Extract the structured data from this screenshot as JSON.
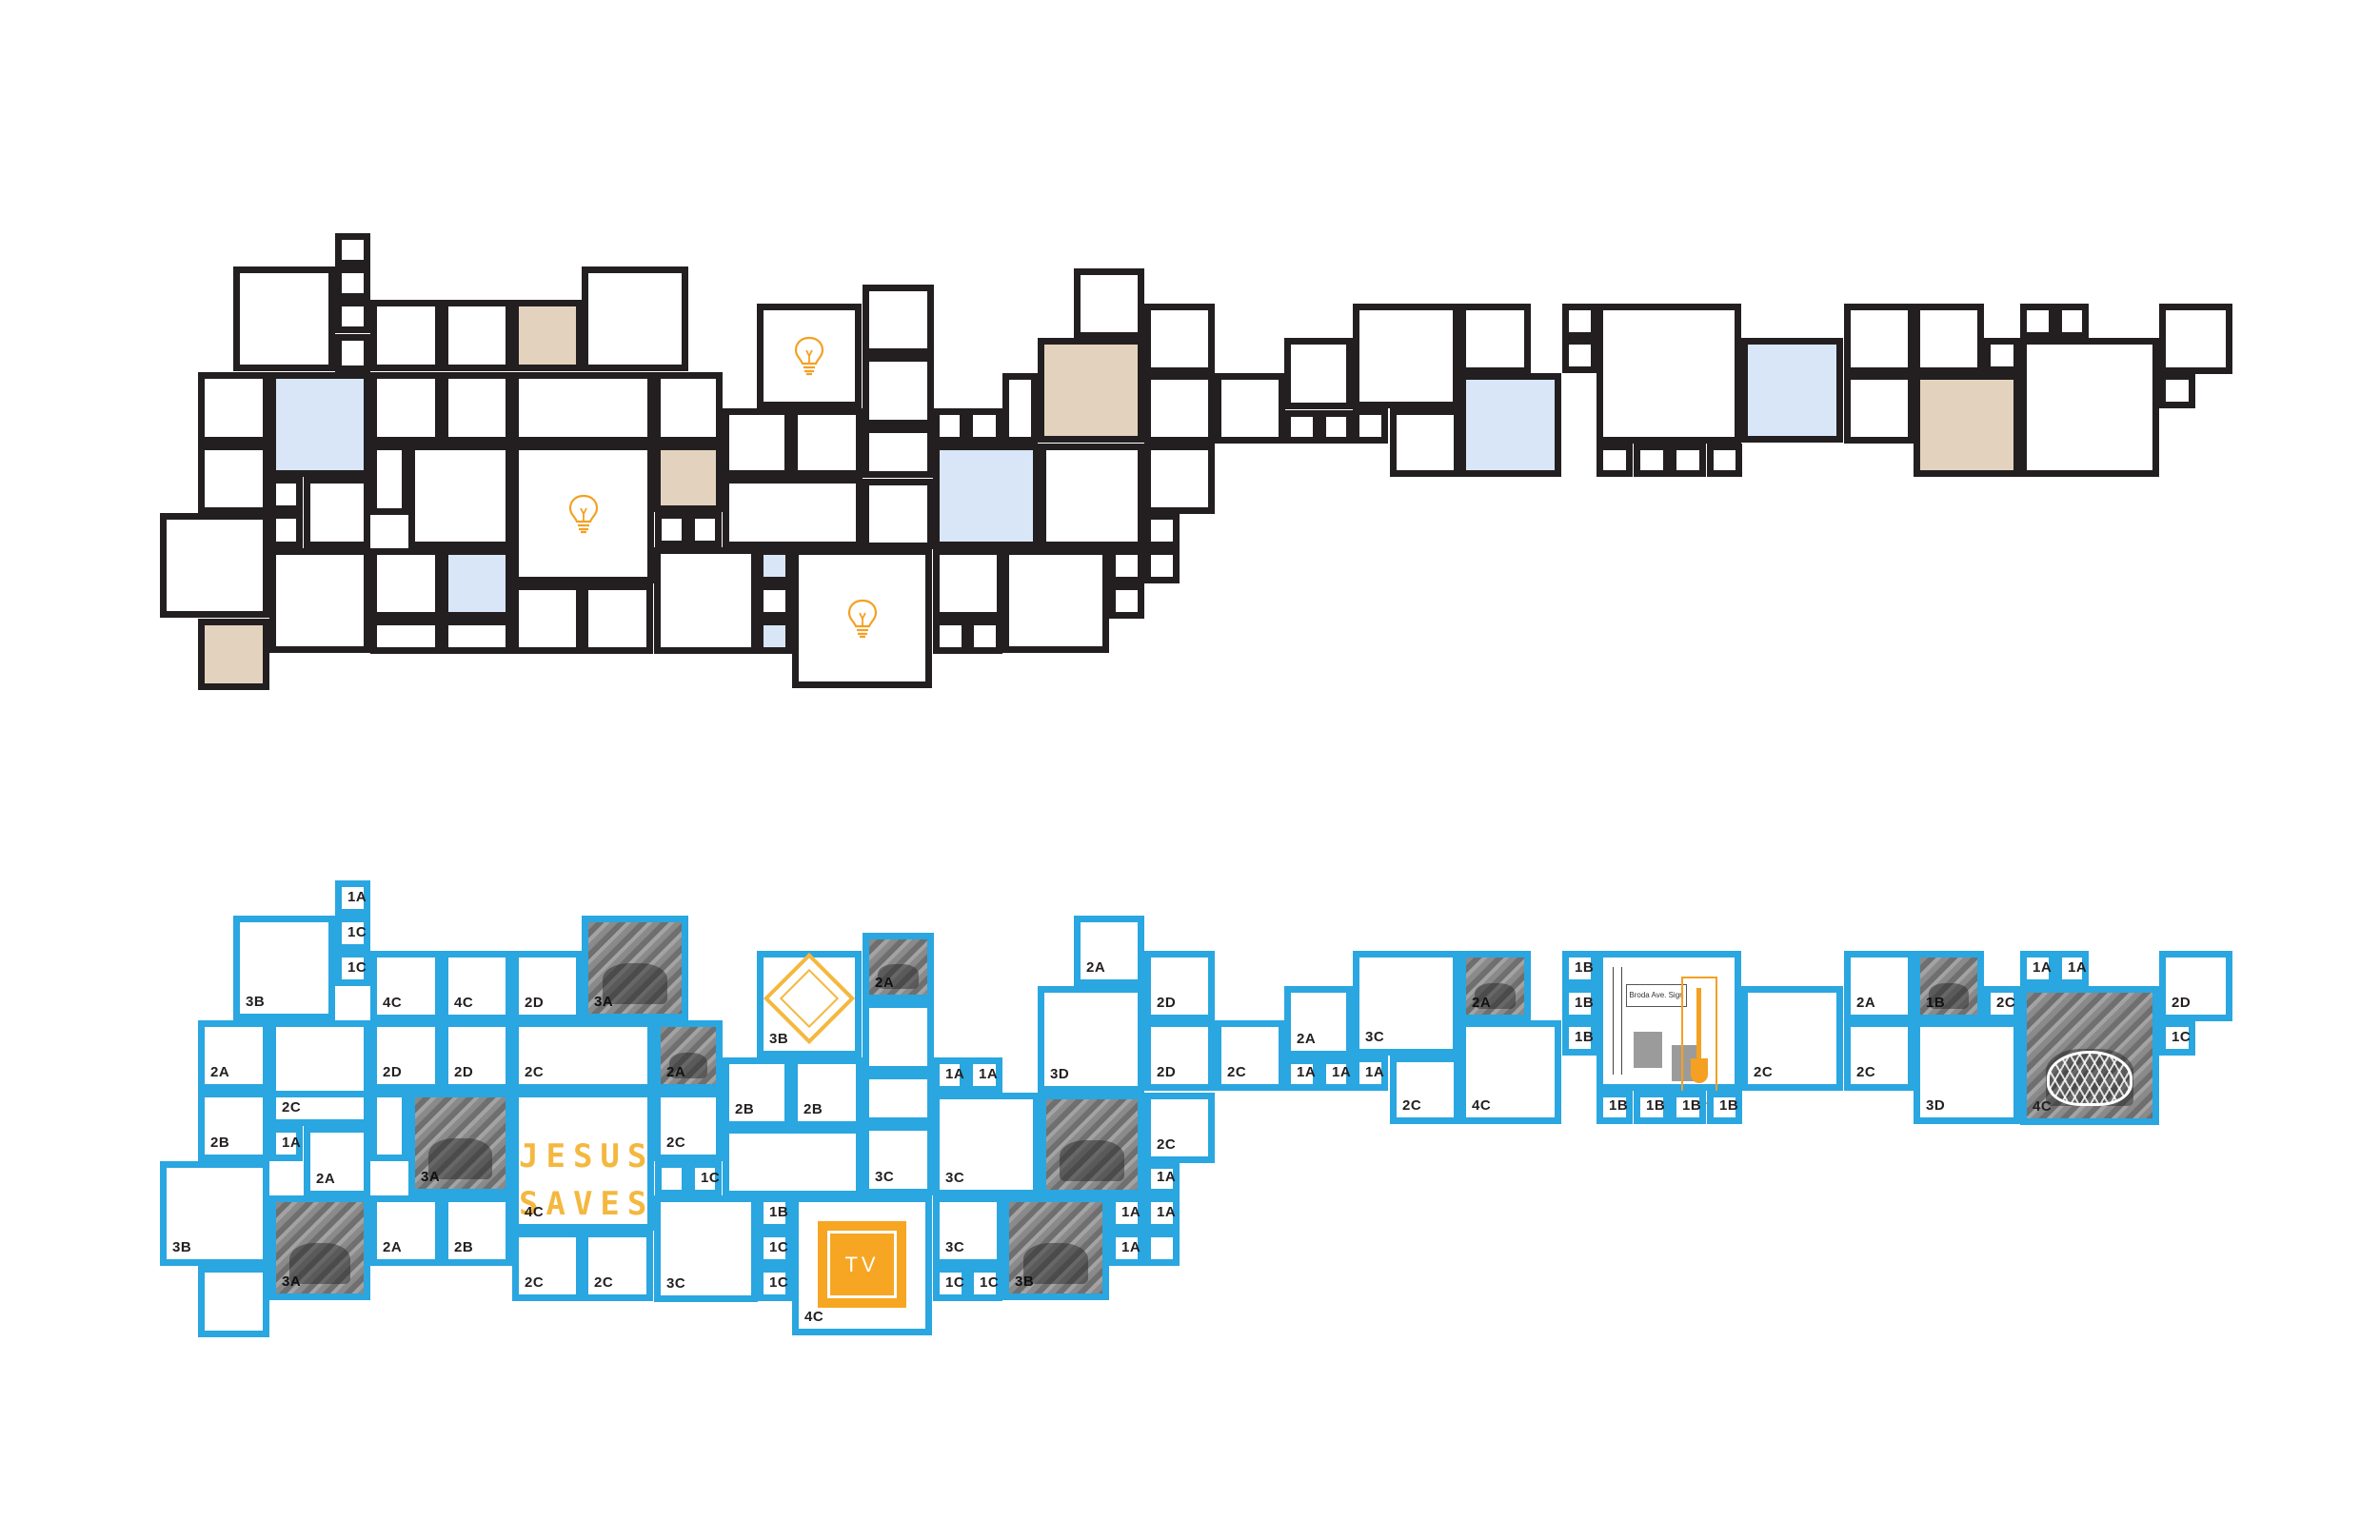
{
  "colors": {
    "outline_dark": "#231f20",
    "outline_blue": "#2aa6e0",
    "fill_blue": "#d8e6f7",
    "fill_tan": "#e3d3be",
    "accent_orange": "#f6a623",
    "accent_gold": "#f4b840"
  },
  "top_diagram": {
    "icons": [
      "lightbulb-icon",
      "lightbulb-icon",
      "lightbulb-icon"
    ]
  },
  "bottom_diagram": {
    "jesus_saves": [
      "JESUS",
      "SAVES"
    ],
    "tv_label": "TV",
    "sign_label": "Broda Ave. Sign",
    "labels": [
      "1A",
      "1C",
      "1C",
      "3B",
      "4C",
      "4C",
      "2D",
      "3A",
      "2A",
      "3B",
      "2A",
      "2A",
      "2D",
      "2D",
      "2C",
      "2A",
      "2C",
      "2B",
      "2B",
      "1A",
      "2A",
      "3A",
      "4C",
      "2C",
      "1C",
      "3C",
      "3B",
      "3A",
      "2A",
      "2B",
      "1B",
      "1C",
      "1C",
      "4C",
      "2C",
      "2C",
      "3C",
      "2A",
      "2D",
      "1A",
      "1A",
      "3D",
      "3C",
      "3C",
      "2D",
      "2C",
      "2C",
      "1A",
      "1A",
      "1A",
      "1A",
      "3C",
      "1C",
      "1C",
      "3B",
      "2A",
      "2A",
      "1A",
      "1A",
      "1A",
      "3C",
      "2C",
      "4C",
      "1B",
      "1B",
      "1B",
      "1B",
      "1B",
      "1B",
      "1B",
      "2C",
      "2C",
      "2A",
      "1B",
      "2C",
      "3D",
      "1A",
      "1A",
      "2D",
      "1C",
      "4C"
    ]
  }
}
